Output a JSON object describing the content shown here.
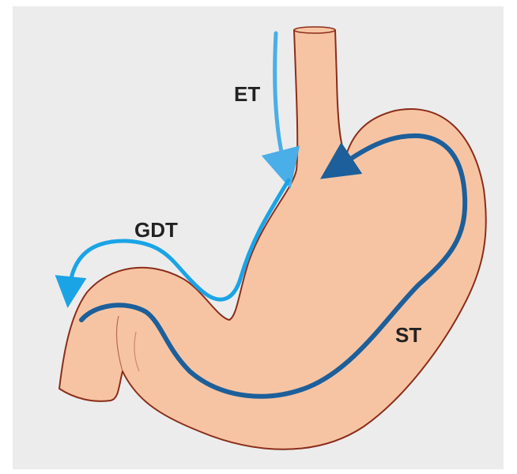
{
  "labels": {
    "et": "ET",
    "gdt": "GDT",
    "st": "ST"
  },
  "colors": {
    "background": "#ececec",
    "stomach_fill": "#f7c4a3",
    "stomach_outline": "#8b2d1a",
    "light_arrow": "#4aaee8",
    "dark_arrow": "#1c5f9a",
    "label_text": "#222222"
  }
}
